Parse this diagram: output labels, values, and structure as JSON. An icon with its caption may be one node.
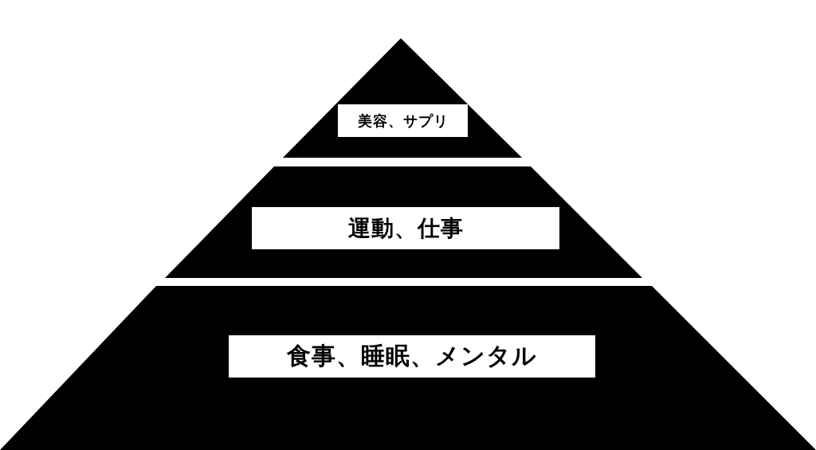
{
  "diagram": {
    "nodes": [
      {
        "text": [
          "美容、サプリ"
        ]
      },
      {
        "text": [
          "運動、仕事"
        ]
      },
      {
        "text": [
          "食事、睡眠、メンタル"
        ]
      }
    ]
  }
}
